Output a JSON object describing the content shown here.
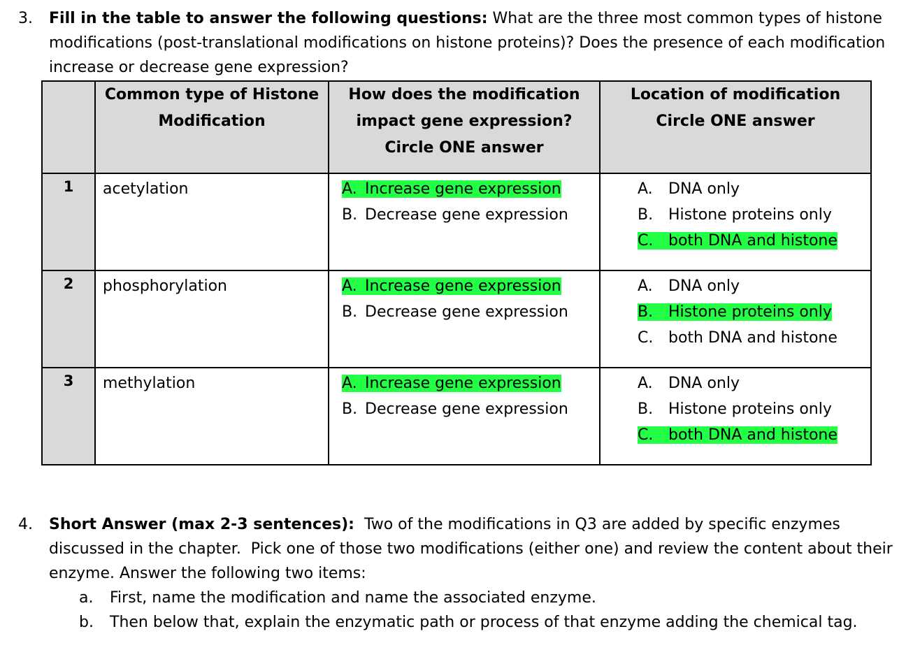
{
  "q3": {
    "number": "3.",
    "prompt_bold": "Fill in the table to answer the following questions:",
    "prompt_rest": " What are the three most common types of histone modifications (post-translational modifications on histone proteins)? Does the presence of each modification increase or decrease gene expression?",
    "headers": {
      "type_line1": "Common type of Histone",
      "type_line2": "Modification",
      "impact_line1": "How does the modification",
      "impact_line2": "impact gene expression?",
      "impact_line3": "Circle ONE answer",
      "location_line1": "Location of modification",
      "location_line2": "Circle ONE answer"
    },
    "rows": [
      {
        "num": "1",
        "type": "acetylation",
        "impact": [
          {
            "letter": "A.",
            "text": "Increase gene expression",
            "highlighted": true
          },
          {
            "letter": "B.",
            "text": "Decrease gene expression",
            "highlighted": false
          }
        ],
        "location": [
          {
            "letter": "A.",
            "text": "DNA only",
            "highlighted": false
          },
          {
            "letter": "B.",
            "text": "Histone proteins only",
            "highlighted": false
          },
          {
            "letter": "C.",
            "text": "both DNA and histone",
            "highlighted": true
          }
        ]
      },
      {
        "num": "2",
        "type": "phosphorylation",
        "impact": [
          {
            "letter": "A.",
            "text": "Increase gene expression",
            "highlighted": true
          },
          {
            "letter": "B.",
            "text": "Decrease gene expression",
            "highlighted": false
          }
        ],
        "location": [
          {
            "letter": "A.",
            "text": "DNA only",
            "highlighted": false
          },
          {
            "letter": "B.",
            "text": "Histone proteins only",
            "highlighted": true
          },
          {
            "letter": "C.",
            "text": "both DNA and histone",
            "highlighted": false
          }
        ]
      },
      {
        "num": "3",
        "type": "methylation",
        "impact": [
          {
            "letter": "A.",
            "text": "Increase gene expression",
            "highlighted": true
          },
          {
            "letter": "B.",
            "text": "Decrease gene expression",
            "highlighted": false
          }
        ],
        "location": [
          {
            "letter": "A.",
            "text": "DNA only",
            "highlighted": false
          },
          {
            "letter": "B.",
            "text": "Histone proteins only",
            "highlighted": false
          },
          {
            "letter": "C.",
            "text": "both DNA and histone",
            "highlighted": true
          }
        ]
      }
    ]
  },
  "q4": {
    "number": "4.",
    "prompt_bold": "Short Answer (max 2-3 sentences):",
    "prompt_rest": "  Two of the modifications in Q3 are added by specific enzymes discussed in the chapter.  Pick one of those two modifications (either one) and review the content about their enzyme. Answer the following two items:",
    "items": [
      {
        "letter": "a.",
        "text": "First, name the modification and name the associated enzyme."
      },
      {
        "letter": "b.",
        "text": "Then below that, explain the enzymatic path or process of that enzyme adding the chemical tag."
      }
    ]
  },
  "colors": {
    "highlight": "#22ff44",
    "header_bg": "#d9d9d9"
  }
}
